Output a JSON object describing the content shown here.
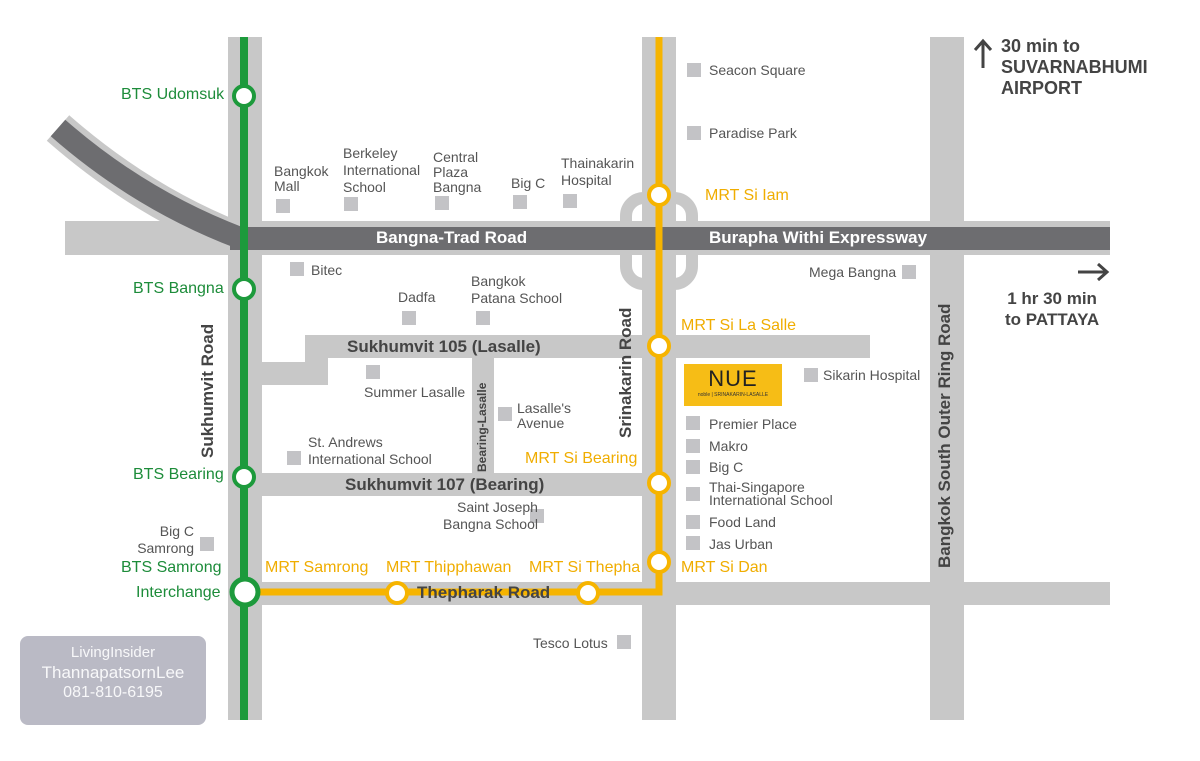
{
  "colors": {
    "bts": "#1d9a3c",
    "mrt": "#f6b400",
    "road": "#c8c8c8",
    "highway": "#6d6d70",
    "project": "#f6bd16"
  },
  "roads": {
    "bangna_trad": "Bangna-Trad Road",
    "burapha": "Burapha Withi Expressway",
    "sukhumvit": "Sukhumvit Road",
    "srinakarin": "Srinakarin Road",
    "outer_ring": "Bangkok South Outer Ring Road",
    "soi105": "Sukhumvit 105 (Lasalle)",
    "soi107": "Sukhumvit 107 (Bearing)",
    "bearing_lasalle": "Bearing-Lasalle",
    "thepharak": "Thepharak Road"
  },
  "bts": {
    "udomsuk": "BTS Udomsuk",
    "bangna": "BTS Bangna",
    "bearing": "BTS Bearing",
    "samrong": "BTS Samrong",
    "interchange": "Interchange"
  },
  "mrt": {
    "si_iam": "MRT Si Iam",
    "si_lasalle": "MRT Si La Salle",
    "si_bearing": "MRT Si Bearing",
    "si_dan": "MRT Si Dan",
    "si_thepha": "MRT Si Thepha",
    "thipphawan": "MRT Thipphawan",
    "samrong": "MRT Samrong"
  },
  "directions": {
    "airport": [
      "30 min to",
      "SUVARNABHUMI",
      "AIRPORT"
    ],
    "pattaya": [
      "1 hr 30 min",
      "to PATTAYA"
    ]
  },
  "places": {
    "seacon": "Seacon Square",
    "paradise": "Paradise Park",
    "bangkok_mall": [
      "Bangkok",
      "Mall"
    ],
    "berkeley": [
      "Berkeley",
      "International",
      "School"
    ],
    "central": [
      "Central",
      "Plaza",
      "Bangna"
    ],
    "bigc_top": "Big C",
    "thainakarin": [
      "Thainakarin",
      "Hospital"
    ],
    "bitec": "Bitec",
    "dadfa": "Dadfa",
    "patana": [
      "Bangkok",
      "Patana School"
    ],
    "mega": "Mega Bangna",
    "summer": "Summer Lasalle",
    "lasalles_avenue": [
      "Lasalle's",
      "Avenue"
    ],
    "st_andrews": [
      "St. Andrews",
      "International School"
    ],
    "saint_joseph": [
      "Saint Joseph",
      "Bangna School"
    ],
    "bigc_samrong": [
      "Big C",
      "Samrong"
    ],
    "tesco": "Tesco Lotus",
    "sikarin": "Sikarin Hospital",
    "premier": "Premier Place",
    "makro": "Makro",
    "bigc": "Big C",
    "thai_singapore": [
      "Thai-Singapore",
      "International School"
    ],
    "foodland": "Food Land",
    "jas": "Jas Urban"
  },
  "project": {
    "name": "NUE",
    "subtitle": "noble | SRINAKARIN-LASALLE"
  },
  "watermark": {
    "brand": "LivingInsider",
    "agent": "ThannapatsornLee",
    "phone": "081-810-6195"
  }
}
